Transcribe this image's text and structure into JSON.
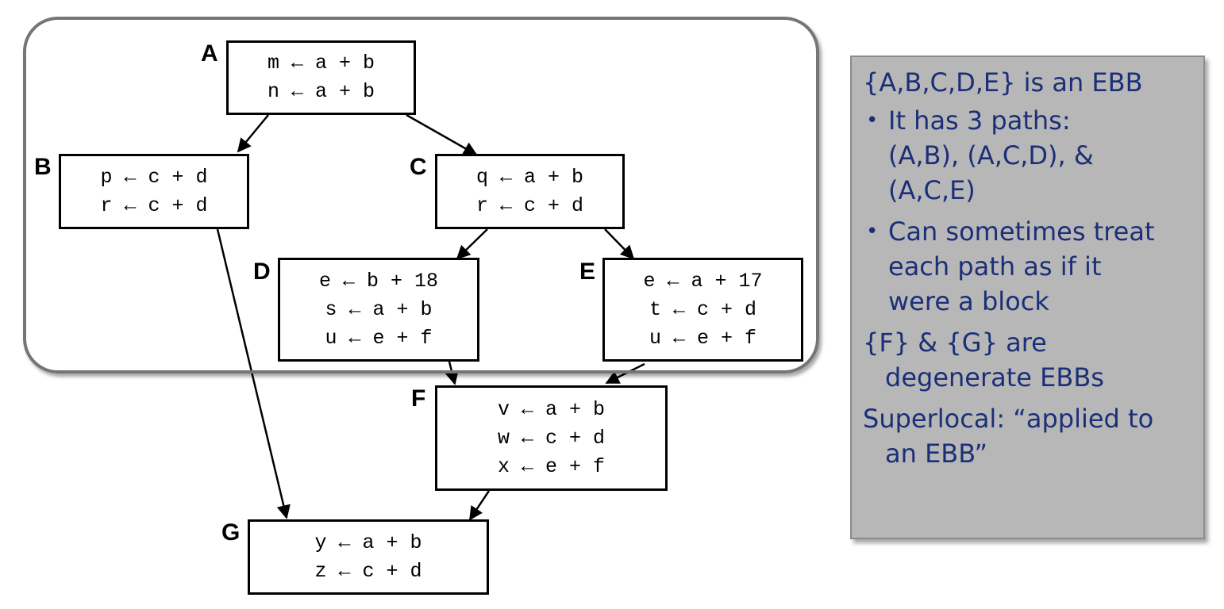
{
  "diagram": {
    "blocks": [
      {
        "id": "A",
        "label": "A",
        "lines": [
          "m ← a + b",
          "n ← a + b"
        ]
      },
      {
        "id": "B",
        "label": "B",
        "lines": [
          "p ← c + d",
          "r ← c + d"
        ]
      },
      {
        "id": "C",
        "label": "C",
        "lines": [
          "q ← a + b",
          "r ← c + d"
        ]
      },
      {
        "id": "D",
        "label": "D",
        "lines": [
          "e ← b + 18",
          "s ← a + b",
          "u ← e + f"
        ]
      },
      {
        "id": "E",
        "label": "E",
        "lines": [
          "e ← a + 17",
          "t ← c + d",
          "u ← e + f"
        ]
      },
      {
        "id": "F",
        "label": "F",
        "lines": [
          "v ← a + b",
          "w ← c + d",
          "x ← e + f"
        ]
      },
      {
        "id": "G",
        "label": "G",
        "lines": [
          "y ← a + b",
          "z ← c + d"
        ]
      }
    ],
    "edges": [
      {
        "from": "A",
        "to": "B"
      },
      {
        "from": "A",
        "to": "C"
      },
      {
        "from": "C",
        "to": "D"
      },
      {
        "from": "C",
        "to": "E"
      },
      {
        "from": "D",
        "to": "F"
      },
      {
        "from": "E",
        "to": "F"
      },
      {
        "from": "B",
        "to": "G"
      },
      {
        "from": "F",
        "to": "G"
      }
    ],
    "region_members": [
      "A",
      "B",
      "C",
      "D",
      "E"
    ]
  },
  "notes": {
    "heading1": "{A,B,C,D,E} is an EBB",
    "bullet1": [
      "It has 3 paths:",
      "(A,B), (A,C,D), &",
      "(A,C,E)"
    ],
    "bullet2": [
      "Can sometimes treat",
      "each path as if it",
      "were a block"
    ],
    "heading2": [
      "{F} & {G} are",
      "degenerate EBBs"
    ],
    "heading3": [
      "Superlocal: “applied to",
      "an EBB”"
    ]
  },
  "colors": {
    "note_text": "#1b2f78",
    "note_bg": "#b7b7b7",
    "region_border": "#757575"
  }
}
